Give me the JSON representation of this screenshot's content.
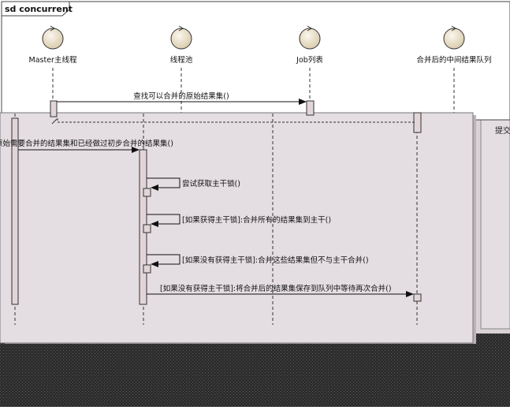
{
  "frame": {
    "title": "sd concurrent"
  },
  "lifelines": [
    {
      "id": "master",
      "label": "Master主线程",
      "icon": "control-object-icon"
    },
    {
      "id": "pool",
      "label": "线程池",
      "icon": "control-object-icon"
    },
    {
      "id": "job",
      "label": "Job列表",
      "icon": "control-object-icon"
    },
    {
      "id": "queue",
      "label": "合并后的中间结果队列",
      "icon": "control-object-icon"
    }
  ],
  "messages": [
    {
      "id": "m1",
      "label": "查找可以合并的原始结果集()",
      "from": "master",
      "to": "job"
    },
    {
      "id": "m2",
      "label": "原始需要合并的结果集和已经做过初步合并的结果集()",
      "from": "master",
      "to": "pool"
    },
    {
      "id": "m3",
      "label": "尝试获取主干锁()",
      "from": "pool",
      "to": "pool"
    },
    {
      "id": "m4",
      "label": "[如果获得主干锁]:合并所有的结果集到主干()",
      "from": "pool",
      "to": "pool"
    },
    {
      "id": "m5",
      "label": "[如果没有获得主干锁]:合并这些结果集但不与主干合并()",
      "from": "pool",
      "to": "pool"
    },
    {
      "id": "m6",
      "label": "[如果没有获得主干锁]:将合并后的结果集保存到队列中等待再次合并()",
      "from": "pool",
      "to": "queue"
    }
  ],
  "side_window": {
    "label": "提交"
  },
  "colors": {
    "overlay_fill": "#e4dde2",
    "frame_stroke": "#444444",
    "activation_fill": "#e2d5d8",
    "lifeline_head": "#efe4cc",
    "dark_band": "#2b2a2b"
  }
}
